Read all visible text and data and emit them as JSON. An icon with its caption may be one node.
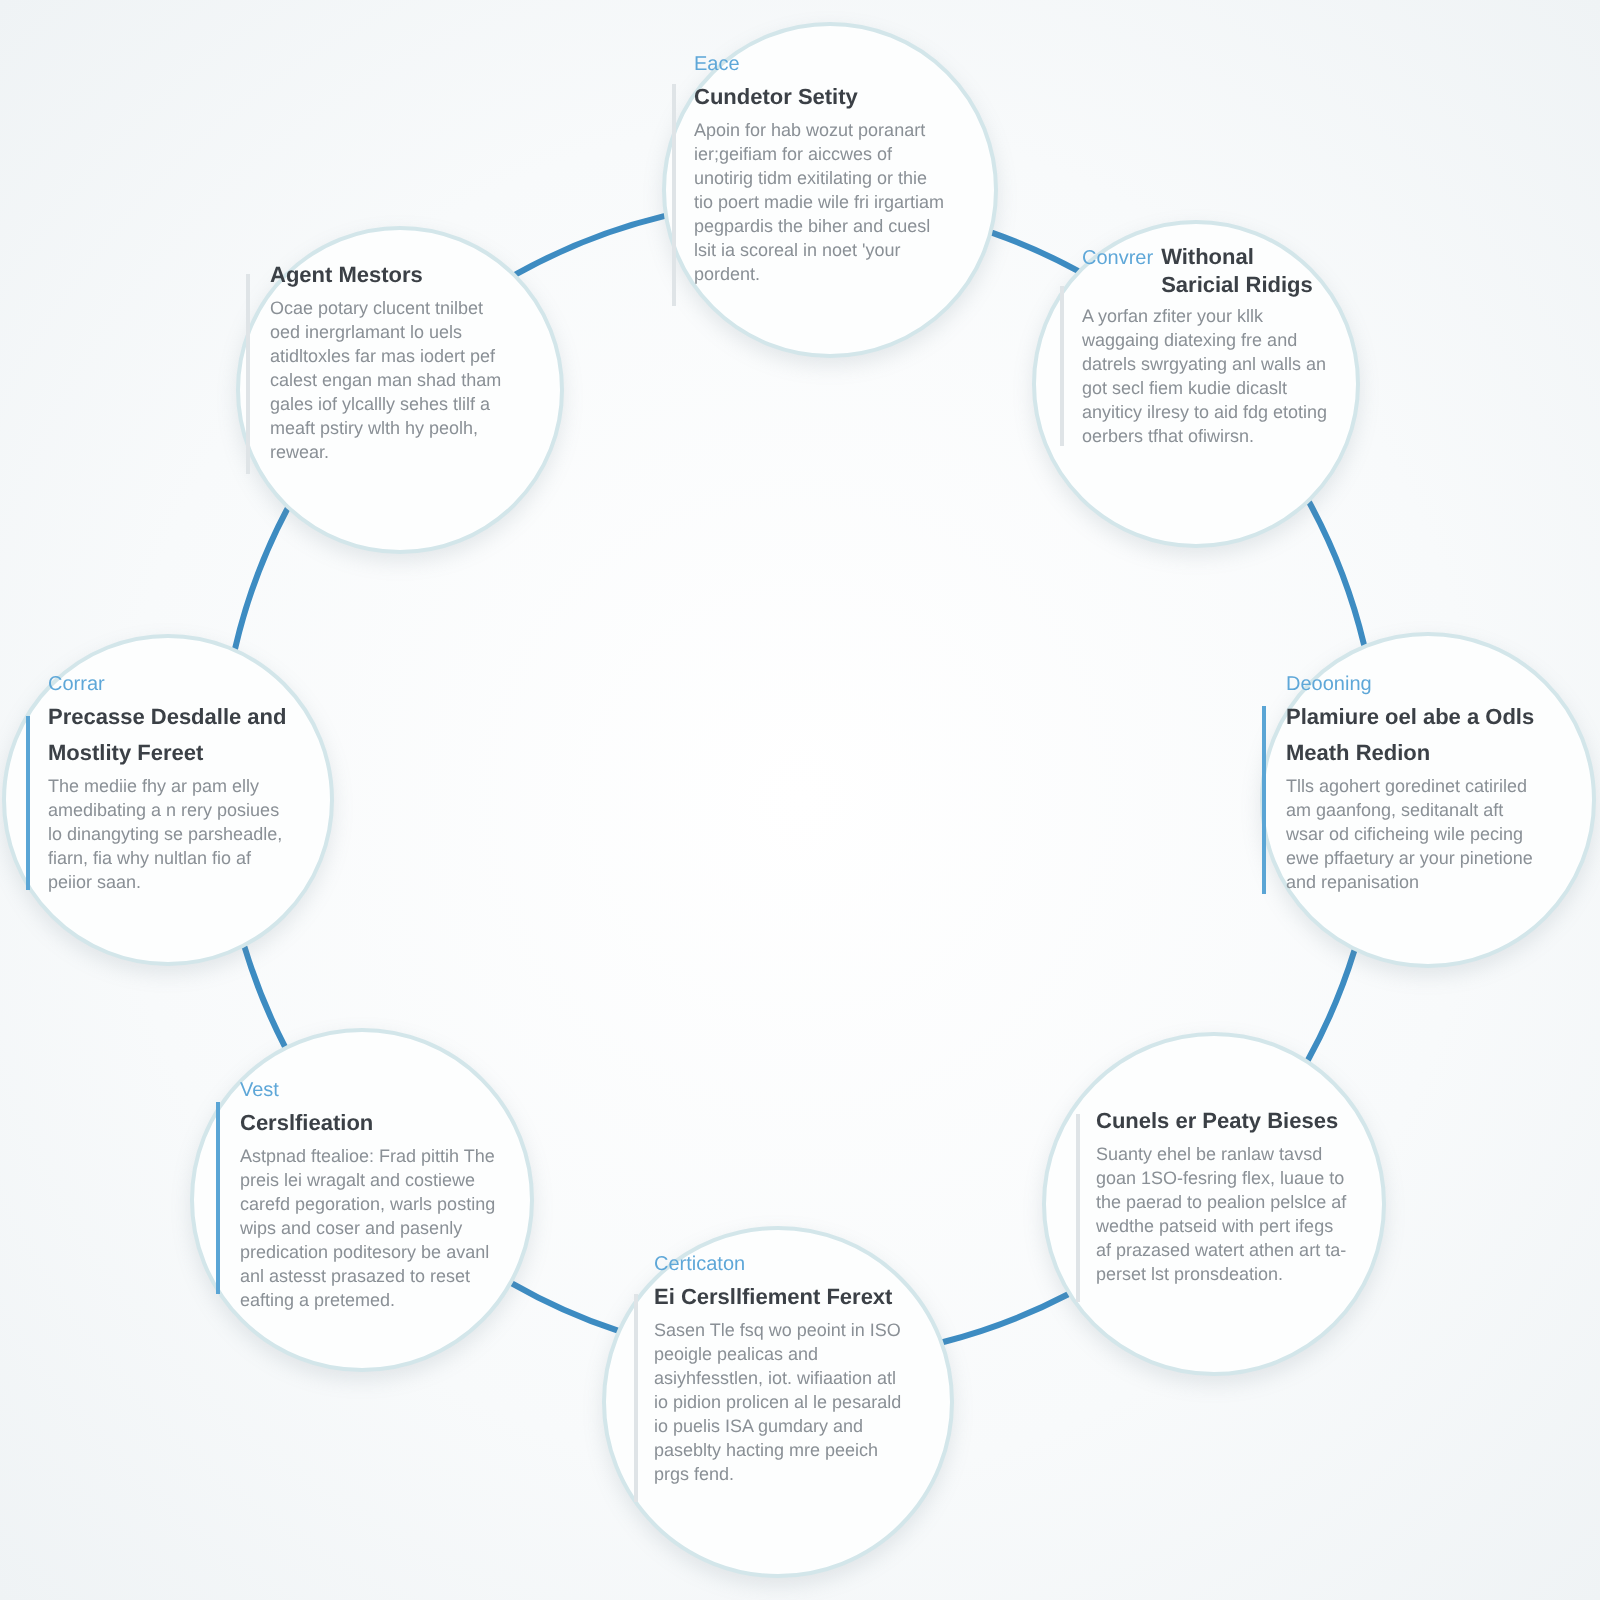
{
  "diagram": {
    "nodes": [
      {
        "text": [
          "Eace",
          "Cundetor Setity",
          "Apoin for hab wozut poranart ier;geifiam for aiccwes of unotirig tidm exitilating or thie tio poert madie wile fri irgartiam pegpardis the biher and cuesl lsit ia scoreal in noet 'your pordent."
        ]
      },
      {
        "text": [
          "Convrer",
          "Withonal Saricial Ridigs",
          "A yorfan zfiter your kllk waggaing diatexing fre and datrels swrgyating anl walls an got secl fiem kudie dicaslt anyiticy ilresy to aid fdg etoting oerbers tfhat ofiwirsn."
        ]
      },
      {
        "text": [
          "Deooning",
          "Plamiure oel abe a Odls Meath Redion",
          "Tlls agohert goredinet catiriled am gaanfong, seditanalt aft wsar od cificheing wile pecing ewe pffaetury ar your pinetione and repanisation"
        ]
      },
      {
        "text": [
          "Cunels er Peaty Bieses",
          "Suanty ehel be ranlaw tavsd goan 1SO-fesring flex, luaue to the paerad to pealion pelslce af wedthe patseid with pert ifegs af prazased watert athen art ta-perset lst pronsdeation."
        ]
      },
      {
        "text": [
          "Certicaton",
          "Ei Cersllfiement Ferext",
          "Sasen Tle fsq wo peoint in ISO peoigle pealicas and asiyhfesstlen, iot. wifiaation atl io pidion prolicen al le pesarald io puelis ISA gumdary and paseblty hacting mre peeich prgs fend."
        ]
      },
      {
        "text": [
          "Vest",
          "Cerslfieation",
          "Astpnad ftealioe: Frad pittih The preis lei wragalt and costiewe carefd pegoration, warls posting wips and coser and pasenly predication poditesory be avanl anl astesst prasazed to reset eafting a pretemed."
        ]
      },
      {
        "text": [
          "Corrar",
          "Precasse Desdalle and Mostlity Fereet",
          "The mediie fhy ar pam elly amedibating a n rery posiues lo dinangyting se parsheadle, fiarn, fia why nultlan fio af peiior saan."
        ]
      },
      {
        "text": [
          "Agent Mestors",
          "Ocae potary clucent tnilbet oed inergrlamant lo uels atidltoxles far mas iodert pef calest engan man shad tham gales iof ylcallly sehes tlilf a meaft pstiry wlth hy peolh, rewear."
        ]
      }
    ],
    "edges": [
      {
        "from": 0,
        "to": 1,
        "arrow": "none"
      },
      {
        "from": 1,
        "to": 2,
        "arrow": "none"
      },
      {
        "from": 2,
        "to": 3,
        "arrow": "none"
      },
      {
        "from": 3,
        "to": 4,
        "arrow": "none"
      },
      {
        "from": 4,
        "to": 5,
        "arrow": "none"
      },
      {
        "from": 5,
        "to": 6,
        "arrow": "none"
      },
      {
        "from": 6,
        "to": 7,
        "arrow": "none"
      },
      {
        "from": 7,
        "to": 0,
        "arrow": "none"
      }
    ]
  }
}
